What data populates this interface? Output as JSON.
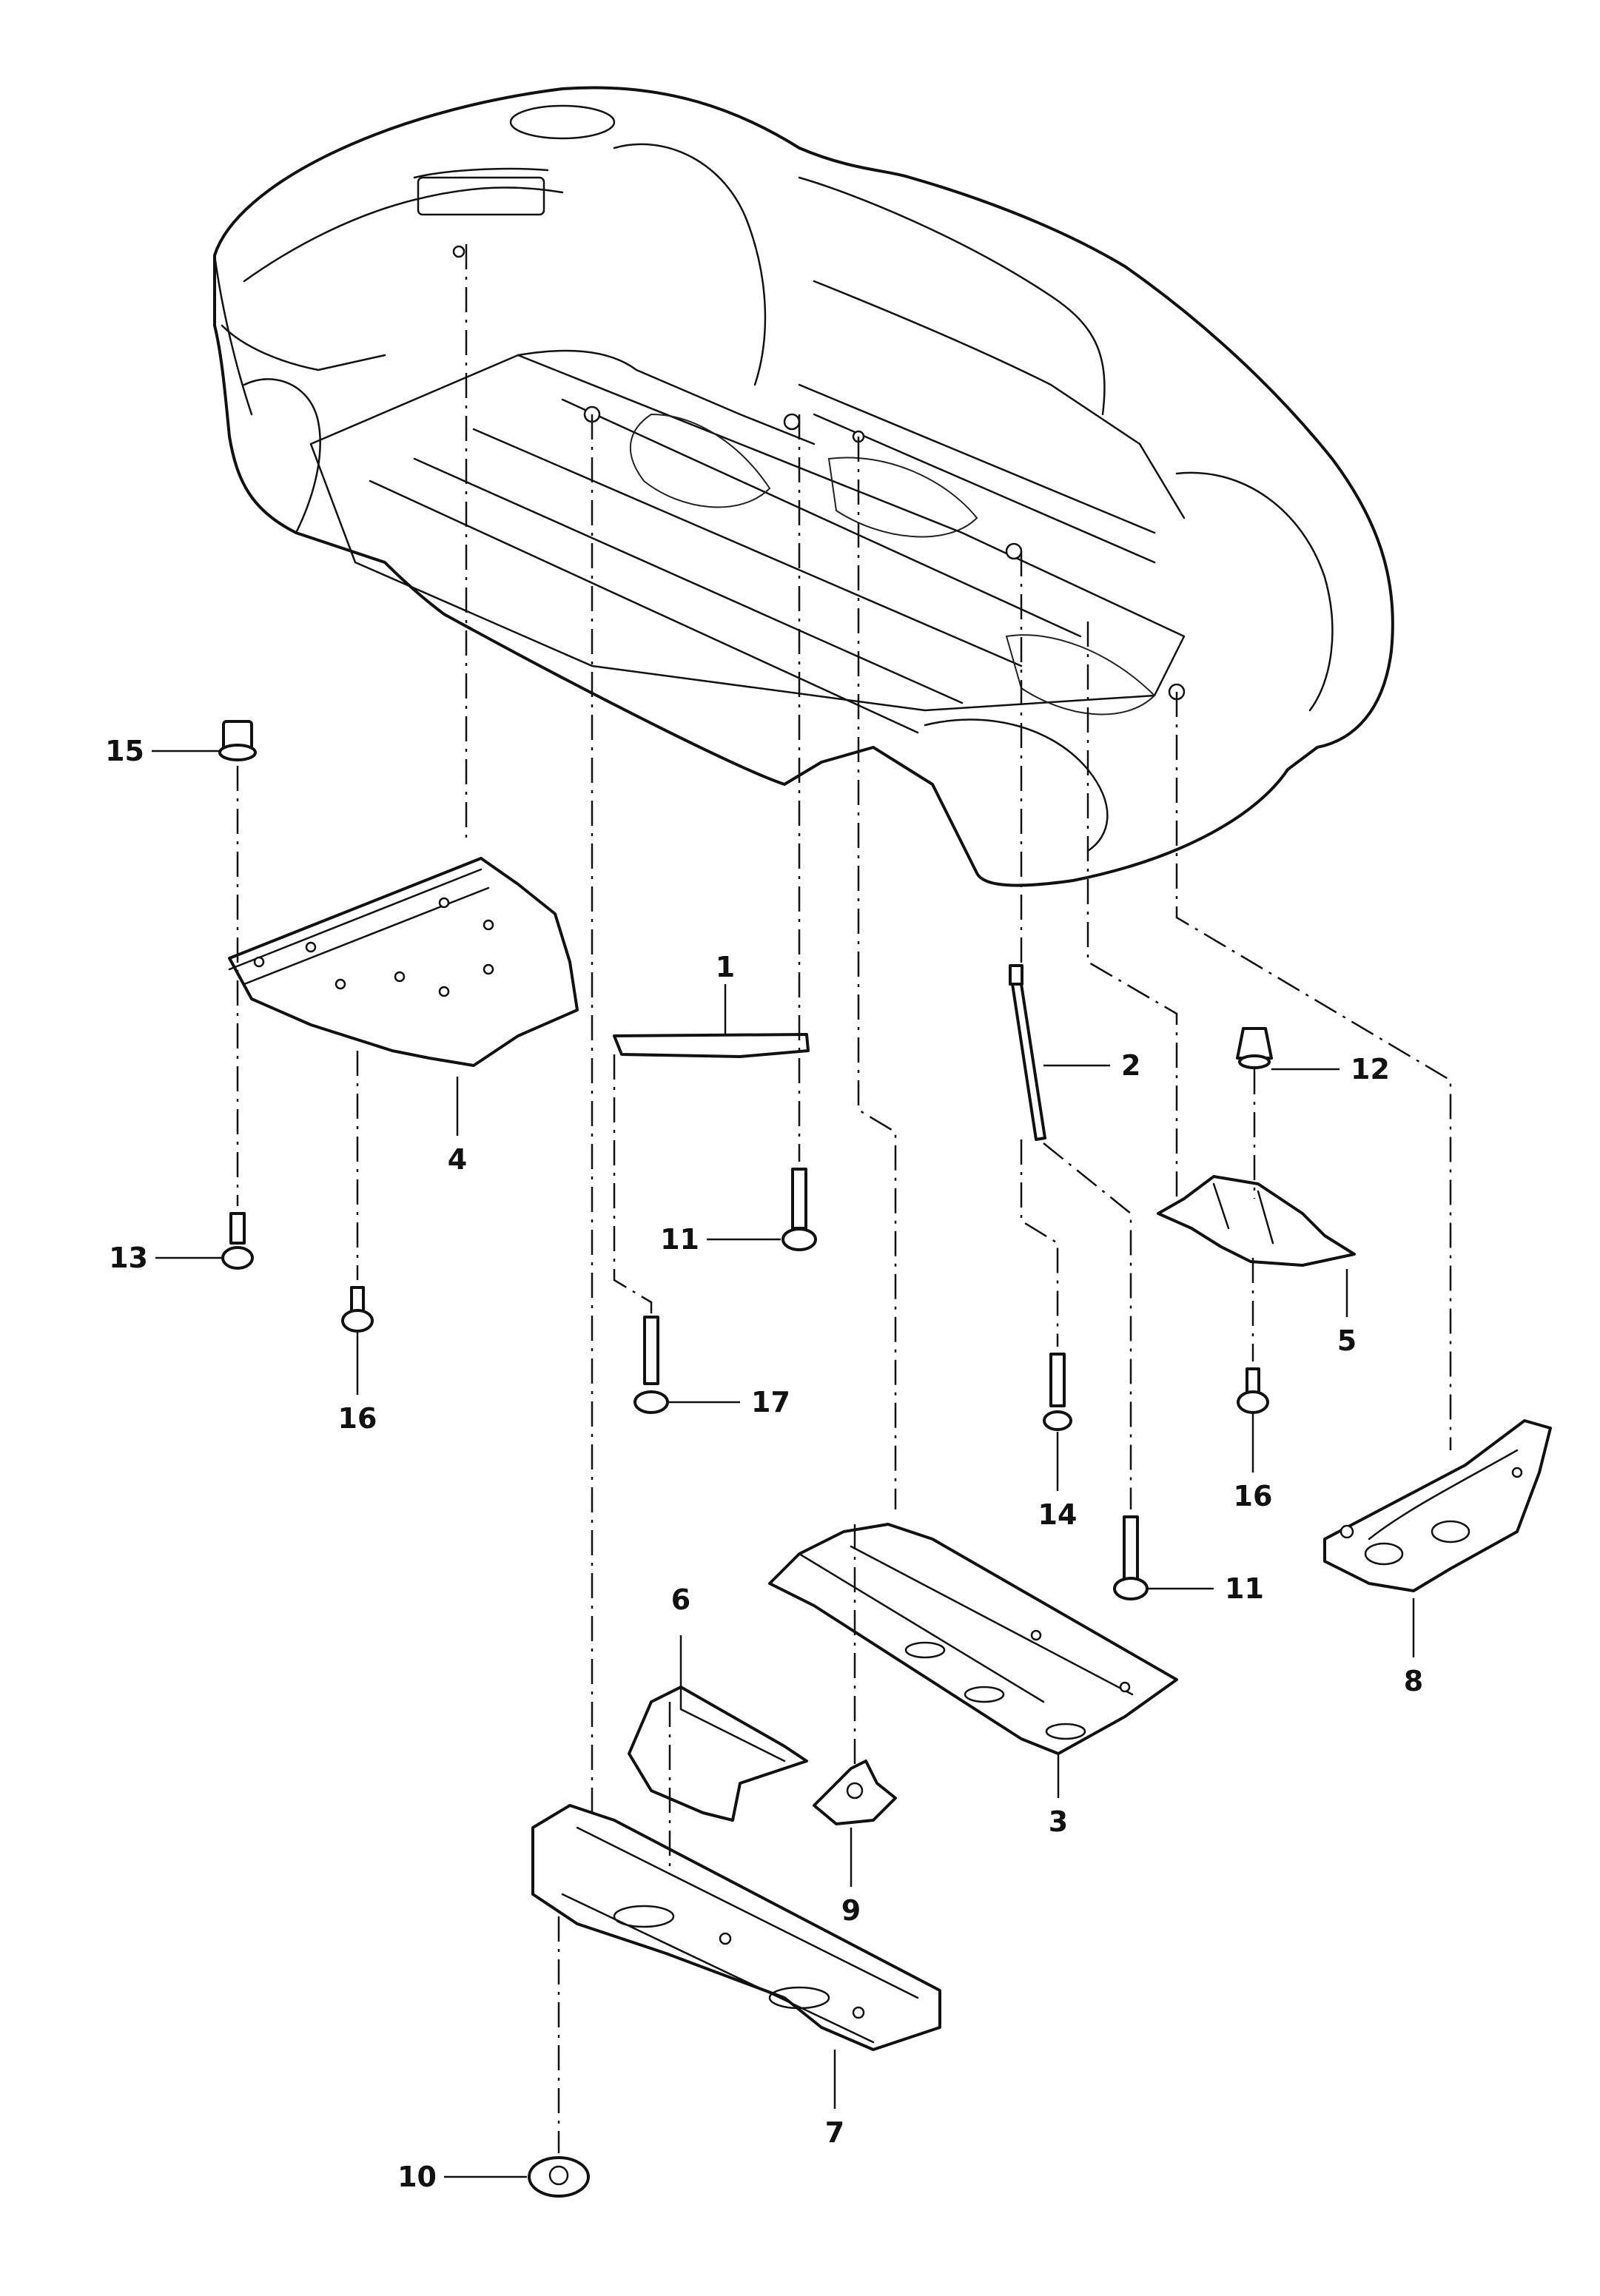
{
  "diagram": {
    "callouts": [
      {
        "id": "c1",
        "label": "1"
      },
      {
        "id": "c2",
        "label": "2"
      },
      {
        "id": "c3",
        "label": "3"
      },
      {
        "id": "c4",
        "label": "4"
      },
      {
        "id": "c5",
        "label": "5"
      },
      {
        "id": "c6",
        "label": "6"
      },
      {
        "id": "c7",
        "label": "7"
      },
      {
        "id": "c8",
        "label": "8"
      },
      {
        "id": "c9",
        "label": "9"
      },
      {
        "id": "c10",
        "label": "10"
      },
      {
        "id": "c11a",
        "label": "11"
      },
      {
        "id": "c11b",
        "label": "11"
      },
      {
        "id": "c12",
        "label": "12"
      },
      {
        "id": "c13",
        "label": "13"
      },
      {
        "id": "c14",
        "label": "14"
      },
      {
        "id": "c15",
        "label": "15"
      },
      {
        "id": "c16a",
        "label": "16"
      },
      {
        "id": "c16b",
        "label": "16"
      },
      {
        "id": "c17",
        "label": "17"
      }
    ]
  }
}
